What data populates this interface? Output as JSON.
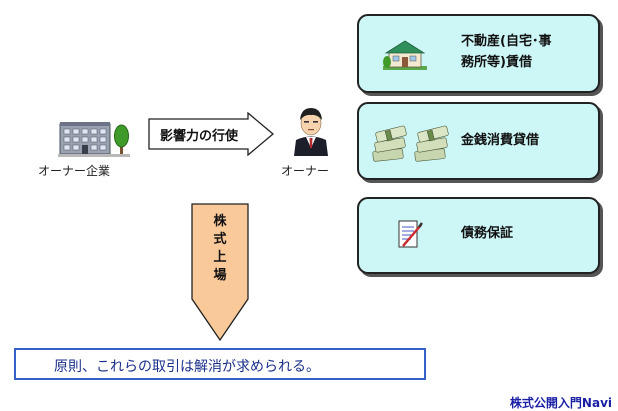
{
  "company": {
    "label": "オーナー企業",
    "icon": "office-building-icon"
  },
  "influence": {
    "label": "影響力の行使",
    "icon": "right-arrow-icon"
  },
  "owner": {
    "label": "オーナー",
    "icon": "businessman-icon"
  },
  "transactions": [
    {
      "line1": "不動産(自宅･事",
      "line2": "務所等)賃借",
      "icon": "house-icon"
    },
    {
      "line1": "金銭消費貸借",
      "icon": "money-bundle-icon"
    },
    {
      "line1": "債務保証",
      "icon": "document-pen-icon"
    }
  ],
  "listing": {
    "chars": [
      "株",
      "式",
      "上",
      "場"
    ],
    "icon": "down-arrow-icon"
  },
  "conclusion": "原則、これらの取引は解消が求められる。",
  "brand": "株式公開入門Navi",
  "colors": {
    "tx_box_fill": "#cdf6f6",
    "listing_arrow_fill": "#f9c99a",
    "conclusion_border": "#3361c9",
    "brand_text": "#1a1fa6"
  }
}
